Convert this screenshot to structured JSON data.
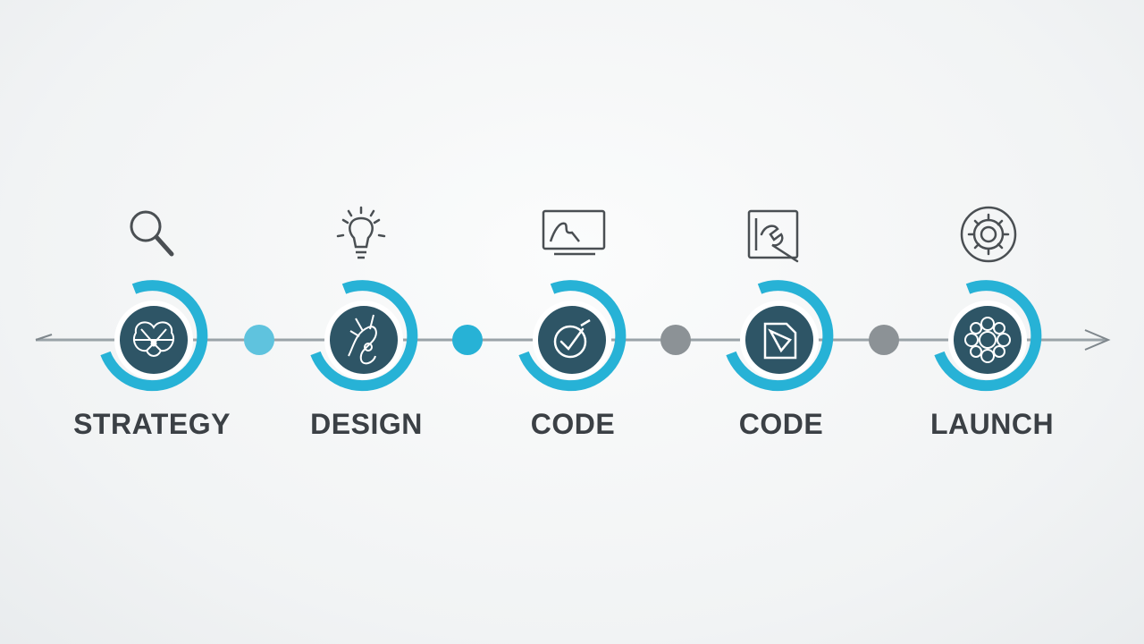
{
  "colors": {
    "accent": "#27b2d6",
    "dark": "#2e5566",
    "connector": "#9aa3a8",
    "node_blue": "#5fc3de",
    "node_gray": "#8c9296",
    "icon_stroke": "#4a4f53"
  },
  "steps": [
    {
      "label": "STRATEGY",
      "top_icon": "magnifier-icon",
      "center_icon": "network-brain-icon"
    },
    {
      "label": "DESIGN",
      "top_icon": "lightbulb-icon",
      "center_icon": "sketch-icon"
    },
    {
      "label": "CODE",
      "top_icon": "monitor-icon",
      "center_icon": "check-badge-icon"
    },
    {
      "label": "CODE",
      "top_icon": "wrench-document-icon",
      "center_icon": "document-edit-icon"
    },
    {
      "label": "LAUNCH",
      "top_icon": "gear-icon",
      "center_icon": "flower-gear-icon"
    }
  ],
  "connectors": [
    {
      "color": "node_blue"
    },
    {
      "color": "accent"
    },
    {
      "color": "node_gray"
    },
    {
      "color": "node_gray"
    }
  ]
}
